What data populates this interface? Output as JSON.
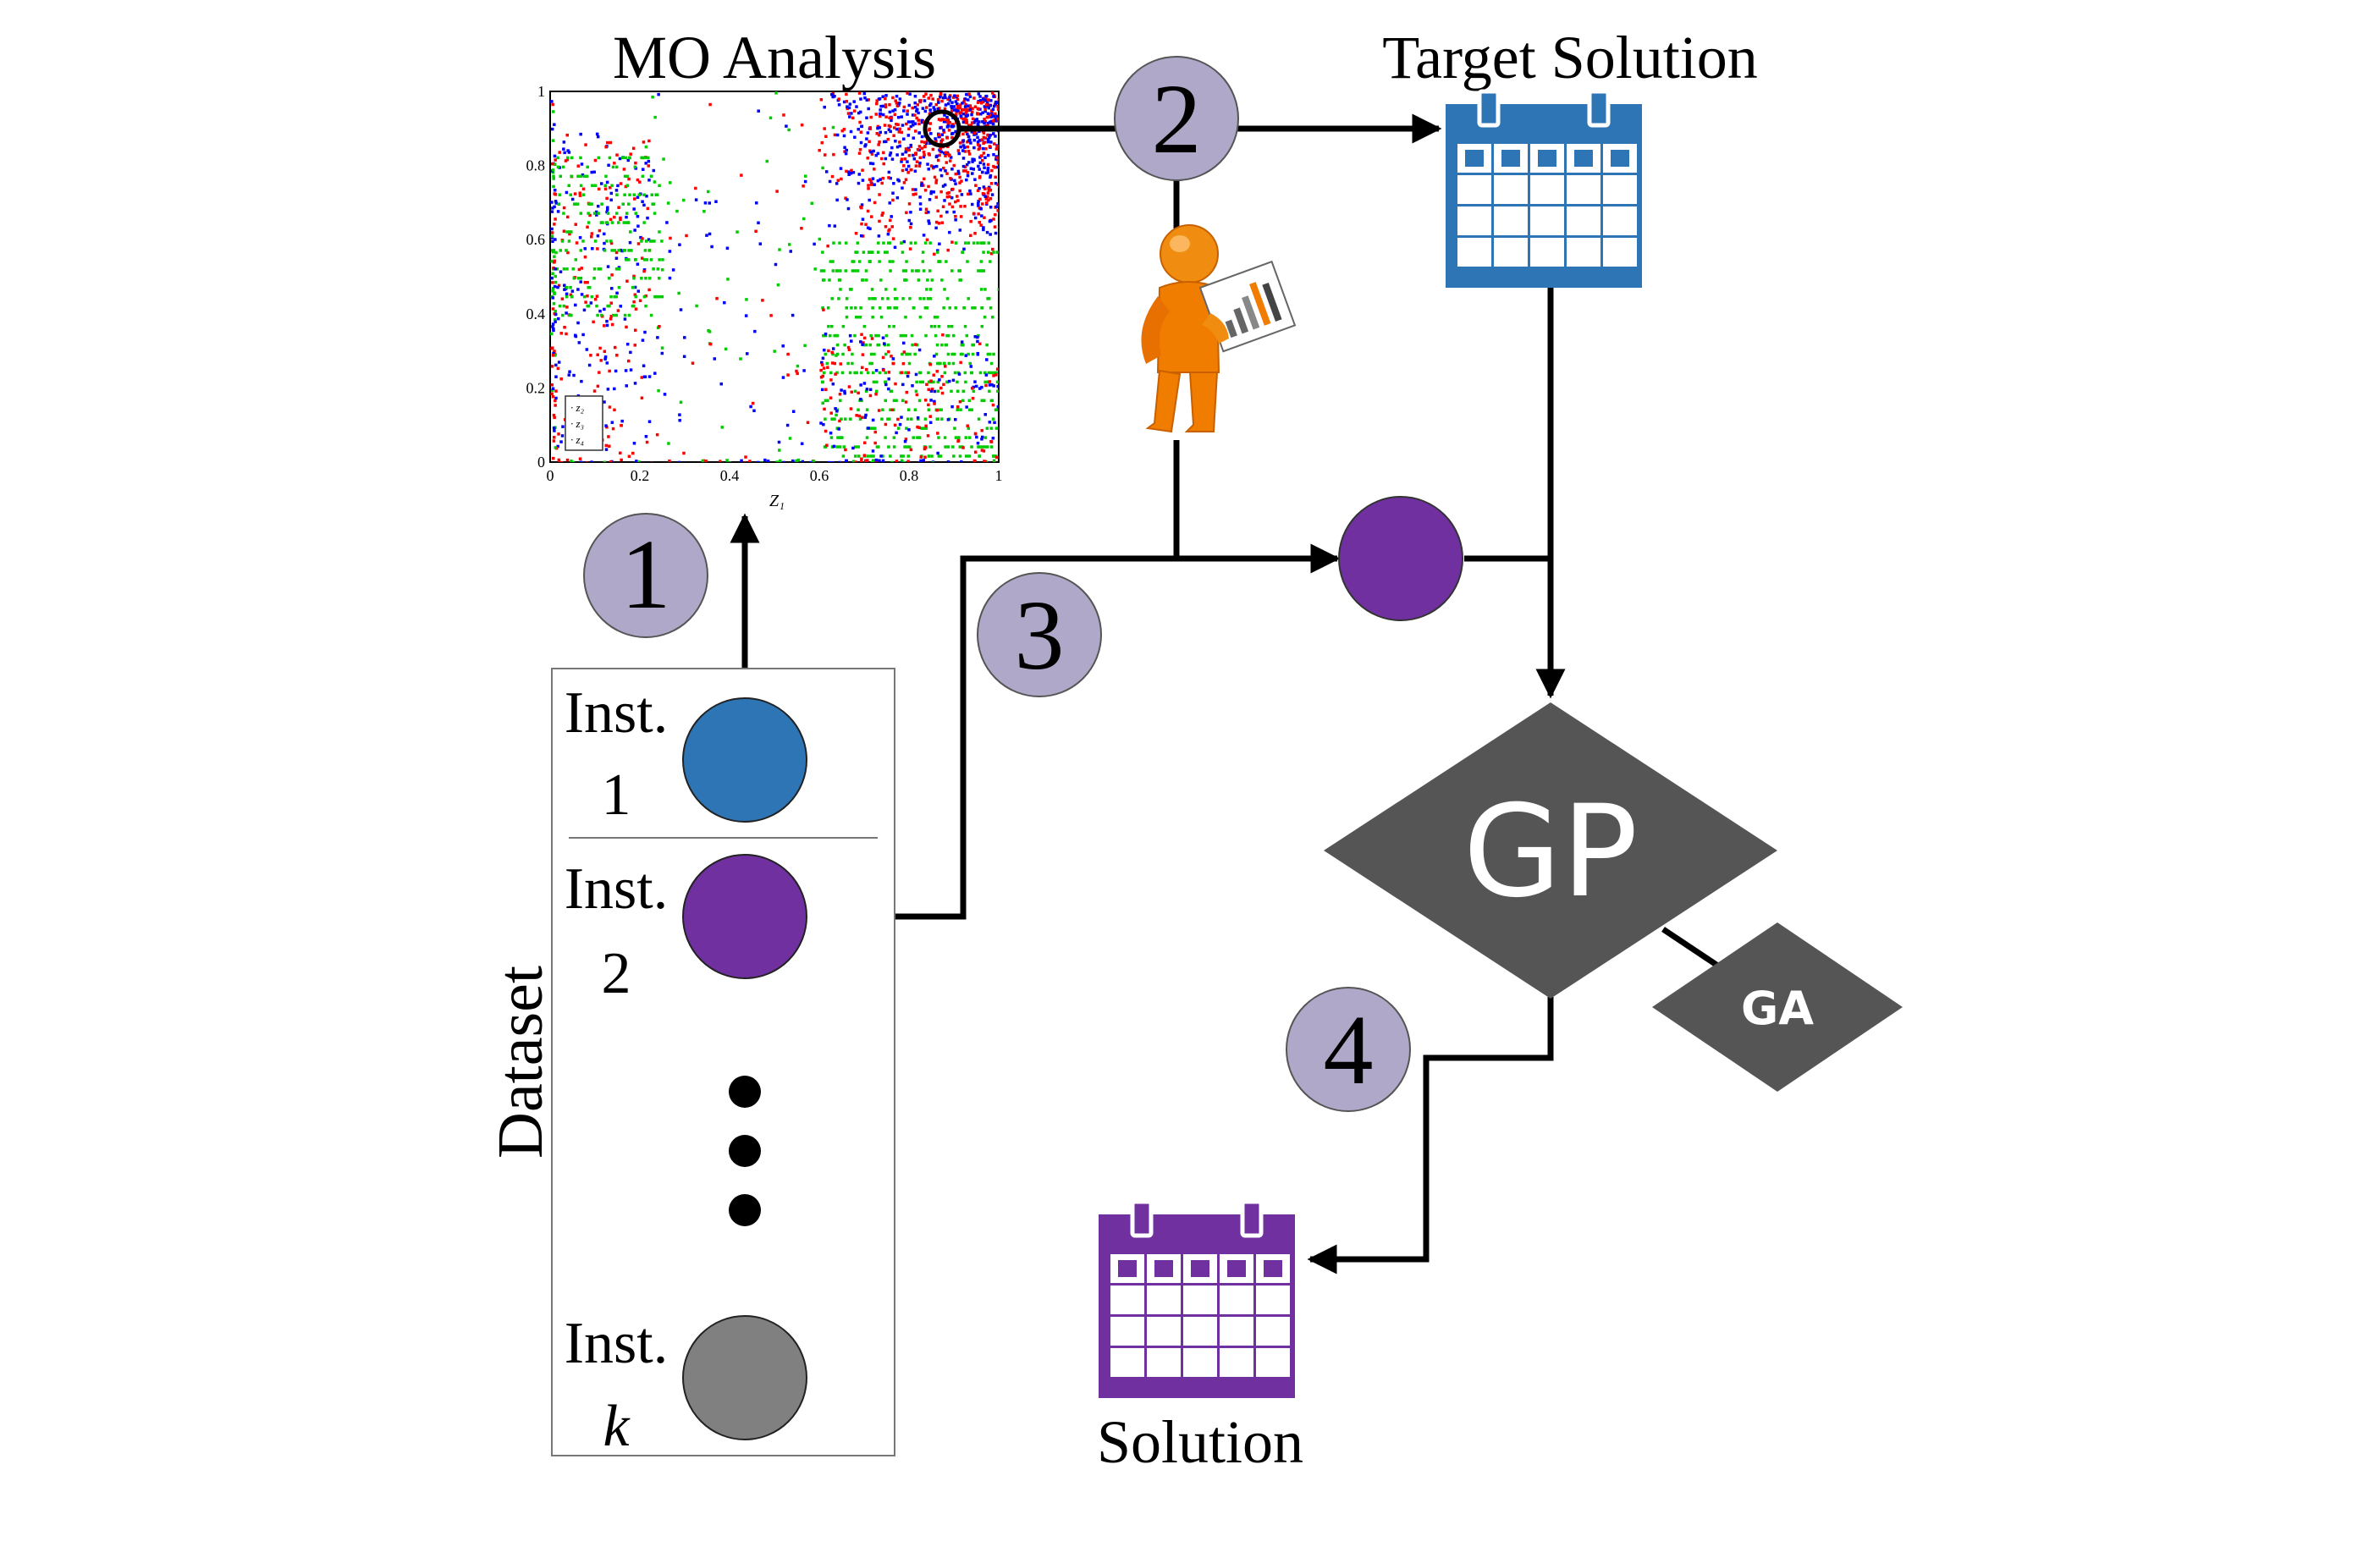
{
  "titles": {
    "mo_analysis": "MO Analysis",
    "target_solution": "Target Solution",
    "solution": "Solution",
    "dataset": "Dataset"
  },
  "steps": [
    "1",
    "2",
    "3",
    "4"
  ],
  "instances": [
    {
      "line1": "Inst.",
      "line2": "1",
      "color": "#2e75b6"
    },
    {
      "line1": "Inst.",
      "line2": "2",
      "color": "#7030a0"
    },
    {
      "line1": "Inst.",
      "line2": "k",
      "color": "#808080"
    }
  ],
  "blocks": {
    "gp": "GP",
    "ga": "GA"
  },
  "scatter": {
    "x_ticks": [
      "0",
      "0.2",
      "0.4",
      "0.6",
      "0.8",
      "1"
    ],
    "y_ticks": [
      "0",
      "0.2",
      "0.4",
      "0.6",
      "0.8",
      "1"
    ],
    "x_label": "Z₁",
    "legend": [
      "· z₂",
      "· z₃",
      "· z₄"
    ],
    "series_colors": [
      "#ff0000",
      "#0000ff",
      "#00cc00"
    ]
  },
  "colors": {
    "step_circle": "#b0a8c8",
    "target_calendar": "#2e75b6",
    "solution_calendar": "#7030a0",
    "gp_diamond": "#555555",
    "person": "#f07c00"
  }
}
